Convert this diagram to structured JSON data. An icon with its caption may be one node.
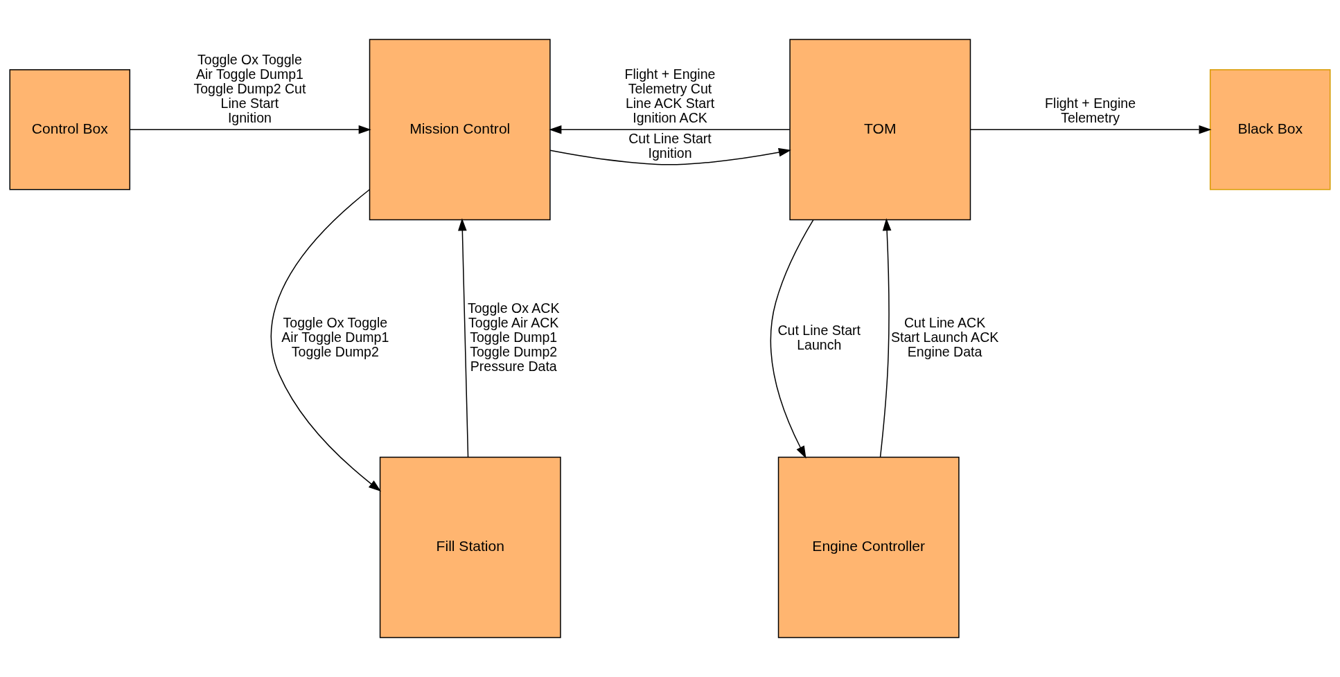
{
  "diagram": {
    "nodes": [
      {
        "text": [
          "Control Box"
        ]
      },
      {
        "text": [
          "Mission Control"
        ]
      },
      {
        "text": [
          "TOM"
        ]
      },
      {
        "text": [
          "Black Box"
        ]
      },
      {
        "text": [
          "Fill Station"
        ]
      },
      {
        "text": [
          "Engine Controller"
        ]
      }
    ],
    "edges": [
      {
        "from": 0,
        "to": 1,
        "arrow": "to",
        "label": "Toggle Ox Toggle Air Toggle Dump1 Toggle Dump2 Cut Line Start Ignition"
      },
      {
        "from": 2,
        "to": 1,
        "arrow": "to",
        "label": "Flight + Engine Telemetry Cut Line ACK Start Ignition ACK"
      },
      {
        "from": 1,
        "to": 2,
        "arrow": "to",
        "label": "Cut Line Start Ignition"
      },
      {
        "from": 2,
        "to": 3,
        "arrow": "to",
        "label": "Flight + Engine Telemetry"
      },
      {
        "from": 1,
        "to": 4,
        "arrow": "to",
        "label": "Toggle Ox Toggle Air Toggle Dump1 Toggle Dump2"
      },
      {
        "from": 4,
        "to": 1,
        "arrow": "to",
        "label": "Toggle Ox ACK Toggle Air ACK Toggle Dump1 Toggle Dump2 Pressure Data"
      },
      {
        "from": 2,
        "to": 5,
        "arrow": "to",
        "label": "Cut Line Start Launch"
      },
      {
        "from": 5,
        "to": 2,
        "arrow": "to",
        "label": "Cut Line ACK Start Launch ACK Engine Data"
      }
    ]
  }
}
